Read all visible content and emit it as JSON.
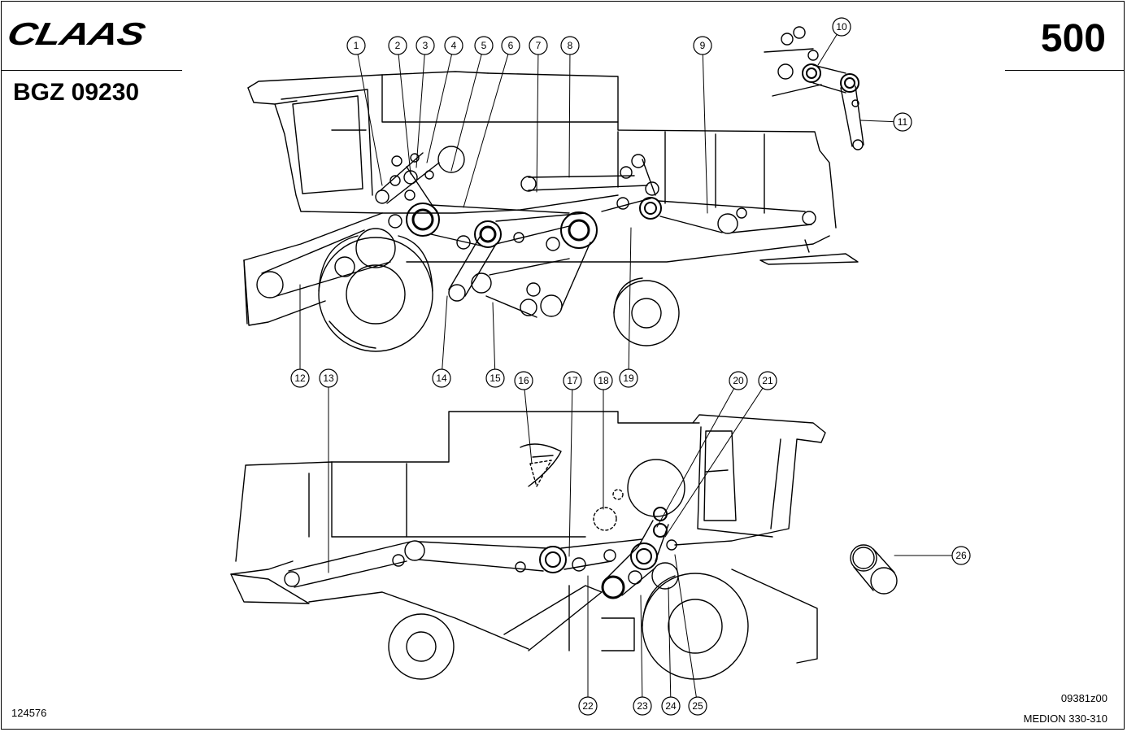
{
  "header": {
    "brand": "CLAAS",
    "document_code": "BGZ 09230",
    "page_number": "500"
  },
  "footer": {
    "left_number": "124576",
    "drawing_code": "09381z00",
    "model": "MEDION 330-310"
  },
  "callouts": [
    "1",
    "2",
    "3",
    "4",
    "5",
    "6",
    "7",
    "8",
    "9",
    "10",
    "11",
    "12",
    "13",
    "14",
    "15",
    "16",
    "17",
    "18",
    "19",
    "20",
    "21",
    "22",
    "23",
    "24",
    "25",
    "26"
  ]
}
